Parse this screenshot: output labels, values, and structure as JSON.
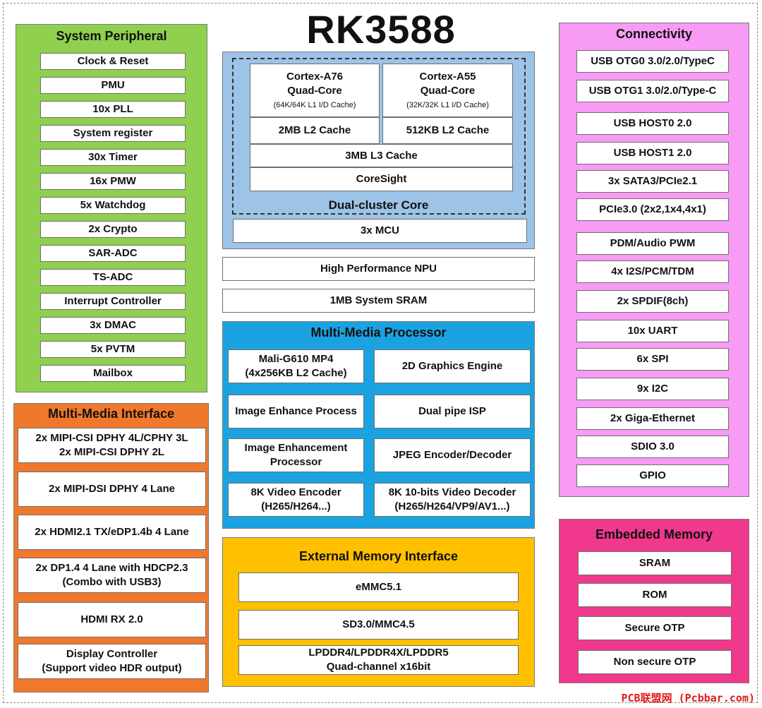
{
  "title": "RK3588",
  "watermark": "PCB联盟网 (Pcbbar.com)",
  "colors": {
    "system_peripheral": "#8fd14f",
    "multimedia_interface": "#f0782d",
    "cpu": "#9dc3e6",
    "multimedia_processor": "#1aa3e0",
    "external_memory": "#ffc000",
    "connectivity": "#f79bf4",
    "embedded_memory": "#f0388c"
  },
  "system_peripheral": {
    "title": "System Peripheral",
    "items": [
      "Clock & Reset",
      "PMU",
      "10x PLL",
      "System register",
      "30x Timer",
      "16x PMW",
      "5x Watchdog",
      "2x Crypto",
      "SAR-ADC",
      "TS-ADC",
      "Interrupt Controller",
      "3x DMAC",
      "5x PVTM",
      "Mailbox"
    ]
  },
  "multimedia_interface": {
    "title": "Multi-Media Interface",
    "items": [
      {
        "line1": "2x MIPI-CSI DPHY 4L/CPHY 3L",
        "line2": "2x MIPI-CSI DPHY 2L"
      },
      {
        "line1": "2x MIPI-DSI DPHY 4 Lane",
        "line2": ""
      },
      {
        "line1": "2x HDMI2.1 TX/eDP1.4b 4 Lane",
        "line2": ""
      },
      {
        "line1": "2x DP1.4 4 Lane with HDCP2.3",
        "line2": "(Combo with USB3)"
      },
      {
        "line1": "HDMI RX 2.0",
        "line2": ""
      },
      {
        "line1": "Display Controller",
        "line2": "(Support video HDR output)"
      }
    ]
  },
  "cpu": {
    "a76": {
      "line1": "Cortex-A76",
      "line2": "Quad-Core",
      "note": "(64K/64K L1 I/D Cache)",
      "l2": "2MB L2 Cache"
    },
    "a55": {
      "line1": "Cortex-A55",
      "line2": "Quad-Core",
      "note": "(32K/32K L1 I/D Cache)",
      "l2": "512KB L2 Cache"
    },
    "l3": "3MB L3 Cache",
    "coresight": "CoreSight",
    "cluster_label": "Dual-cluster Core",
    "mcu": "3x MCU"
  },
  "npu": "High Performance NPU",
  "sram": "1MB System SRAM",
  "multimedia_processor": {
    "title": "Multi-Media Processor",
    "items": [
      {
        "line1": "Mali-G610 MP4",
        "line2": "(4x256KB L2 Cache)"
      },
      {
        "line1": "2D Graphics Engine",
        "line2": ""
      },
      {
        "line1": "Image Enhance Process",
        "line2": ""
      },
      {
        "line1": "Dual pipe ISP",
        "line2": ""
      },
      {
        "line1": "Image Enhancement",
        "line2": "Processor"
      },
      {
        "line1": "JPEG Encoder/Decoder",
        "line2": ""
      },
      {
        "line1": "8K Video Encoder",
        "line2": "(H265/H264...)"
      },
      {
        "line1": "8K 10-bits Video Decoder",
        "line2": "(H265/H264/VP9/AV1...)"
      }
    ]
  },
  "external_memory": {
    "title": "External Memory Interface",
    "items": [
      {
        "line1": "eMMC5.1",
        "line2": ""
      },
      {
        "line1": "SD3.0/MMC4.5",
        "line2": ""
      },
      {
        "line1": "LPDDR4/LPDDR4X/LPDDR5",
        "line2": "Quad-channel x16bit"
      }
    ]
  },
  "connectivity": {
    "title": "Connectivity",
    "items": [
      "USB OTG0 3.0/2.0/TypeC",
      "USB OTG1 3.0/2.0/Type-C",
      "USB HOST0 2.0",
      "USB HOST1 2.0",
      "3x SATA3/PCIe2.1",
      "PCIe3.0 (2x2,1x4,4x1)",
      "PDM/Audio PWM",
      "4x I2S/PCM/TDM",
      "2x SPDIF(8ch)",
      "10x UART",
      "6x SPI",
      "9x I2C",
      "2x Giga-Ethernet",
      "SDIO 3.0",
      "GPIO"
    ]
  },
  "embedded_memory": {
    "title": "Embedded Memory",
    "items": [
      "SRAM",
      "ROM",
      "Secure OTP",
      "Non secure OTP"
    ]
  }
}
